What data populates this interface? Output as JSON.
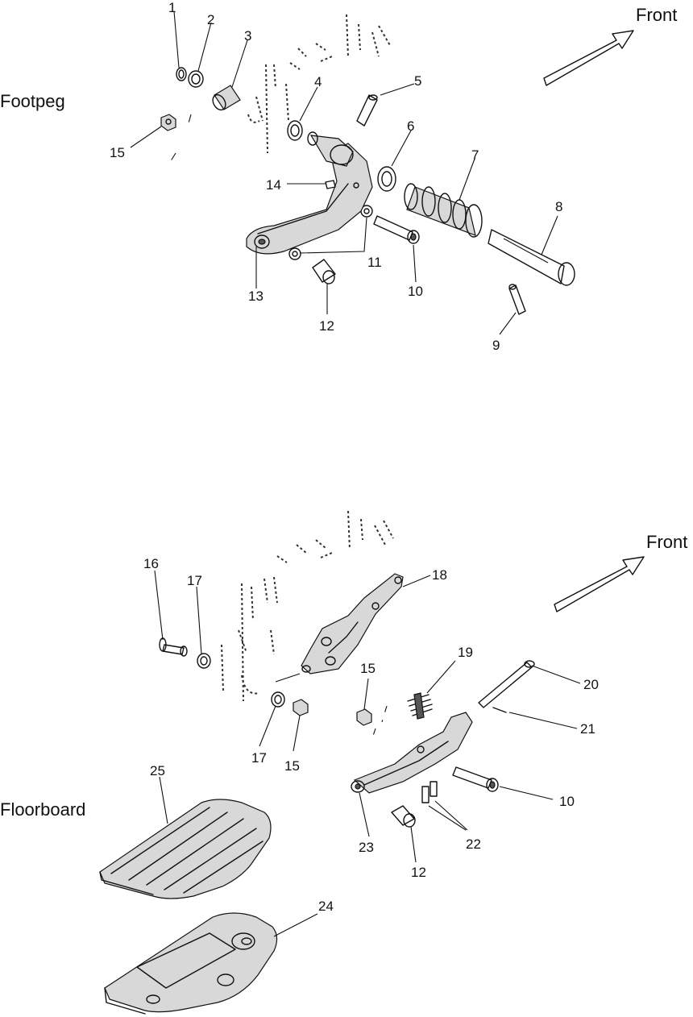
{
  "sections": {
    "footpeg": {
      "label": "Footpeg",
      "front_label": "Front"
    },
    "floorboard": {
      "label": "Floorboard",
      "front_label": "Front"
    }
  },
  "callouts": {
    "footpeg": [
      "1",
      "2",
      "3",
      "4",
      "5",
      "6",
      "7",
      "8",
      "9",
      "10",
      "11",
      "12",
      "13",
      "14",
      "15"
    ],
    "floorboard": [
      "16",
      "17",
      "18",
      "19",
      "20",
      "21",
      "10",
      "22",
      "23",
      "12",
      "15",
      "17",
      "15",
      "25",
      "24"
    ]
  }
}
